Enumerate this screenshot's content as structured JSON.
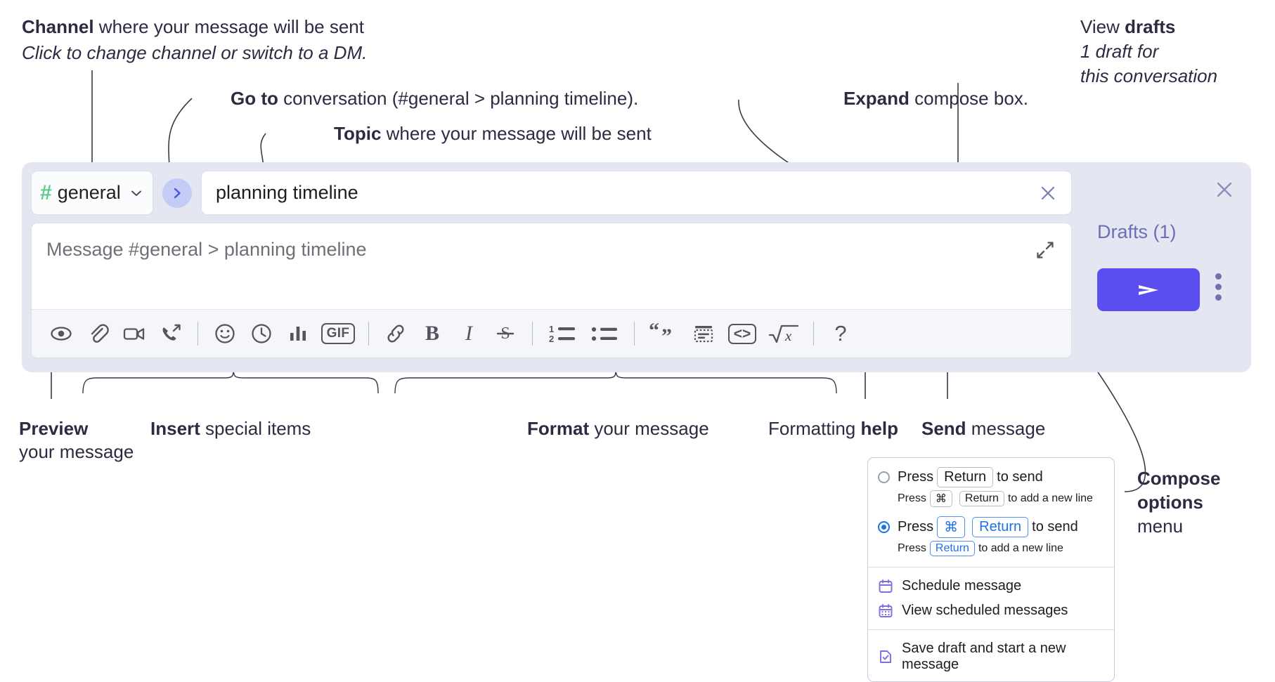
{
  "annotations": {
    "channel": {
      "bold": "Channel",
      "rest": " where your message will be sent",
      "italic": "Click to change channel or switch to a DM."
    },
    "goto": {
      "bold": "Go to",
      "rest": " conversation (#general > planning timeline)."
    },
    "topic": {
      "bold": "Topic",
      "rest": " where your message will be sent"
    },
    "expand": {
      "bold": "Expand",
      "rest": " compose box."
    },
    "drafts": {
      "line1_normal": "View ",
      "line1_bold": "drafts",
      "line2": "1 draft for",
      "line3": "this conversation"
    },
    "preview": {
      "bold": "Preview",
      "rest": "your message"
    },
    "insert": {
      "bold": "Insert",
      "rest": " special items"
    },
    "format": {
      "bold": "Format",
      "rest": " your message"
    },
    "help": {
      "normal": "Formatting ",
      "bold": "help"
    },
    "send": {
      "bold": "Send",
      "rest": " message"
    },
    "compose_options": {
      "line1": "Compose",
      "line2": "options",
      "line3": "menu"
    }
  },
  "compose": {
    "channel_hash": "#",
    "channel_name": "general",
    "goto_icon": "chevron-right-icon",
    "topic_value": "planning timeline",
    "topic_clear_icon": "close-icon",
    "message_placeholder": "Message #general > planning timeline",
    "expand_icon": "expand-diagonal-icon",
    "close_icon": "close-icon",
    "drafts_label": "Drafts (1)",
    "send_icon": "paper-plane-icon",
    "kebab_icon": "vertical-dots-icon",
    "toolbar": [
      {
        "name": "preview-icon",
        "label": "Preview"
      },
      {
        "name": "attachment-icon",
        "label": "Attach file"
      },
      {
        "name": "video-icon",
        "label": "Video clip"
      },
      {
        "name": "audio-call-icon",
        "label": "Audio clip"
      },
      {
        "name": "divider",
        "label": ""
      },
      {
        "name": "emoji-icon",
        "label": "Emoji"
      },
      {
        "name": "reminder-clock-icon",
        "label": "Reminder"
      },
      {
        "name": "poll-bar-chart-icon",
        "label": "Poll"
      },
      {
        "name": "gif-icon",
        "label": "GIF"
      },
      {
        "name": "divider",
        "label": ""
      },
      {
        "name": "link-icon",
        "label": "Link"
      },
      {
        "name": "bold-icon",
        "label": "B"
      },
      {
        "name": "italic-icon",
        "label": "I"
      },
      {
        "name": "strikethrough-icon",
        "label": "S"
      },
      {
        "name": "divider",
        "label": ""
      },
      {
        "name": "ordered-list-icon",
        "label": "Ordered list"
      },
      {
        "name": "bulleted-list-icon",
        "label": "Bulleted list"
      },
      {
        "name": "divider",
        "label": ""
      },
      {
        "name": "blockquote-icon",
        "label": "Blockquote"
      },
      {
        "name": "code-block-icon",
        "label": "Code block"
      },
      {
        "name": "code-inline-icon",
        "label": "Code"
      },
      {
        "name": "math-icon",
        "label": "Math"
      },
      {
        "name": "divider",
        "label": ""
      },
      {
        "name": "help-icon",
        "label": "?"
      }
    ]
  },
  "menu": {
    "option1": {
      "pre": "Press",
      "key": "Return",
      "post": "to send",
      "selected": false,
      "hint_pre": "Press",
      "hint_key1": "⌘",
      "hint_key2": "Return",
      "hint_post": "to add a new line"
    },
    "option2": {
      "pre": "Press",
      "key1": "⌘",
      "key2": "Return",
      "post": "to send",
      "selected": true,
      "hint_pre": "Press",
      "hint_key": "Return",
      "hint_post": "to add a new line"
    },
    "items": [
      {
        "icon": "calendar-schedule-icon",
        "label": "Schedule message"
      },
      {
        "icon": "calendar-grid-icon",
        "label": "View scheduled messages"
      },
      {
        "icon": "save-draft-icon",
        "label": "Save draft and start a new message"
      }
    ]
  },
  "colors": {
    "accent_send": "#5a4ef0",
    "compose_bg": "#e4e6f2",
    "hash_green": "#5ecb8c",
    "drafts_text": "#6b70b5",
    "radio_blue": "#1b74e4",
    "menu_icon_purple": "#7d6fe0"
  }
}
